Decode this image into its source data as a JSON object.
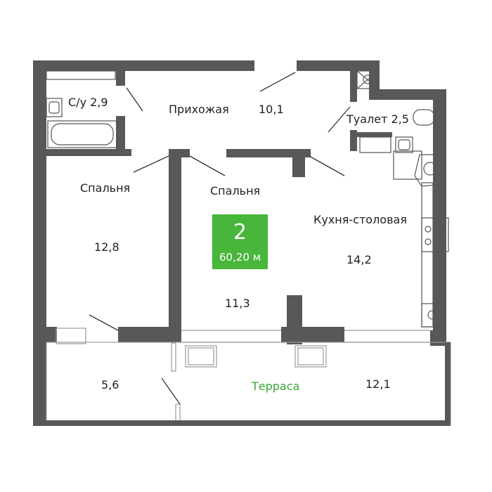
{
  "rooms": {
    "bath": {
      "name": "С/у",
      "area": "2,9"
    },
    "hall": {
      "name": "Прихожая",
      "area": "10,1"
    },
    "toilet": {
      "name": "Туалет",
      "area": "2,5"
    },
    "bedroom_left": {
      "name": "Спальня",
      "area": "12,8"
    },
    "bedroom_mid": {
      "name": "Спальня",
      "area": "11,3"
    },
    "kitchen": {
      "name": "Кухня-столовая",
      "area": "14,2"
    },
    "storage": {
      "area": "5,6"
    },
    "terrace": {
      "name": "Терраса",
      "area": "12,1"
    }
  },
  "badge": {
    "rooms": "2",
    "total_area": "60,20 м"
  },
  "colors": {
    "wall": "#585858",
    "accent": "#48b53b",
    "terrace_label": "#3aaa35"
  }
}
